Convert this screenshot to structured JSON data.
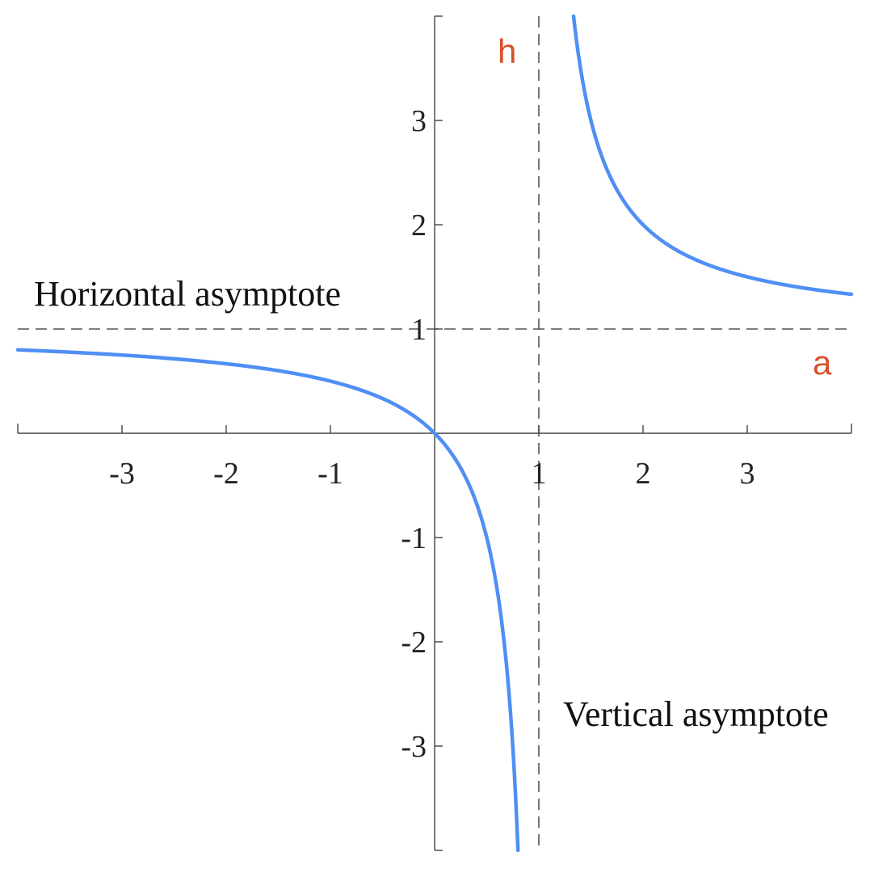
{
  "chart_data": {
    "type": "line",
    "title": "",
    "xlabel": "",
    "ylabel": "",
    "xlim": [
      -4,
      4
    ],
    "ylim": [
      -4,
      4
    ],
    "x_ticks": [
      -3,
      -2,
      -1,
      1,
      2,
      3
    ],
    "y_ticks": [
      -3,
      -2,
      -1,
      1,
      2,
      3
    ],
    "x_tick_labels": [
      "-3",
      "-2",
      "-1",
      "1",
      "2",
      "3"
    ],
    "y_tick_labels": [
      "-3",
      "-2",
      "-1",
      "1",
      "2",
      "3"
    ],
    "grid": false,
    "function": "y = x / (x - 1)",
    "series": [
      {
        "color": "#4f8ff5",
        "points": [
          [
            -4,
            0.8
          ],
          [
            -3.5,
            0.778
          ],
          [
            -3,
            0.75
          ],
          [
            -2.5,
            0.714
          ],
          [
            -2,
            0.667
          ],
          [
            -1.5,
            0.6
          ],
          [
            -1,
            0.5
          ],
          [
            -0.5,
            0.333
          ],
          [
            0,
            0
          ],
          [
            0.25,
            -0.333
          ],
          [
            0.5,
            -1
          ],
          [
            0.6,
            -1.5
          ],
          [
            0.7,
            -2.333
          ],
          [
            0.8,
            -4
          ],
          [
            1.333,
            4
          ],
          [
            1.5,
            3
          ],
          [
            1.75,
            2.333
          ],
          [
            2,
            2
          ],
          [
            2.5,
            1.667
          ],
          [
            3,
            1.5
          ],
          [
            3.5,
            1.4
          ],
          [
            4,
            1.333
          ]
        ]
      }
    ],
    "asymptotes": {
      "horizontal": {
        "y": 1,
        "style": "dashed",
        "color": "#555555"
      },
      "vertical": {
        "x": 1,
        "style": "dashed",
        "color": "#555555"
      }
    },
    "annotations": {
      "horizontal_asymptote": "Horizontal asymptote",
      "vertical_asymptote": "Vertical asymptote",
      "h": "h",
      "a": "a"
    },
    "label_color": "#d9502a"
  }
}
